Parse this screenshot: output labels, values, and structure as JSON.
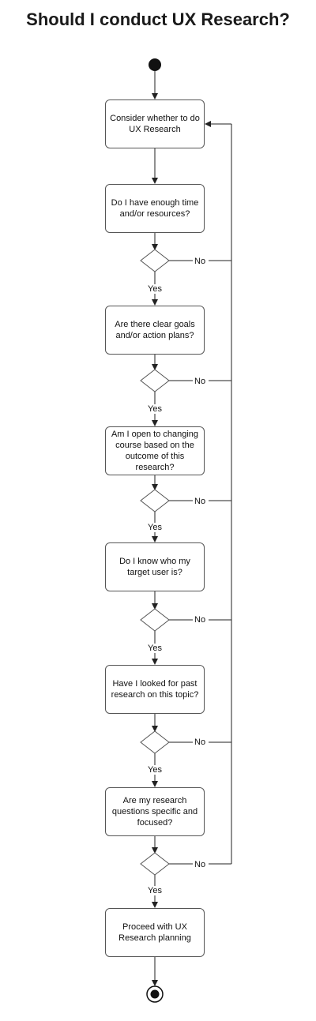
{
  "title": "Should I conduct UX Research?",
  "steps": [
    "Consider whether to do UX Research",
    "Do I have enough time and/or resources?",
    "Are there clear goals and/or action plans?",
    "Am I open to changing course based on the outcome of this research?",
    "Do I know who my target user is?",
    "Have I looked for past research on this topic?",
    "Are my research questions specific and focused?",
    "Proceed with UX Research planning"
  ],
  "branch_labels": {
    "yes": "Yes",
    "no": "No"
  }
}
